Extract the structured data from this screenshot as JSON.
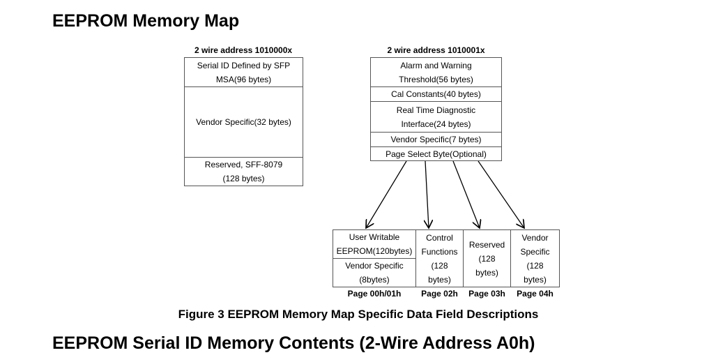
{
  "heading": "EEPROM Memory Map",
  "diagram": {
    "left": {
      "title": "2 wire address 1010000x",
      "rows": [
        "Serial ID Defined by SFP\nMSA(96 bytes)",
        "Vendor Specific(32 bytes)",
        "Reserved, SFF-8079\n(128 bytes)"
      ]
    },
    "right": {
      "title": "2 wire address 1010001x",
      "rows": [
        "Alarm and Warning\nThreshold(56 bytes)",
        "Cal Constants(40 bytes)",
        "Real Time Diagnostic\nInterface(24 bytes)",
        "Vendor Specific(7 bytes)",
        "Page Select Byte(Optional)"
      ]
    },
    "pages": {
      "cells": [
        "User Writable\nEEPROM(120bytes)",
        "Vendor Specific\n(8bytes)",
        "Control\nFunctions\n(128\nbytes)",
        "Reserved\n(128\nbytes)",
        "Vendor\nSpecific\n(128\nbytes)"
      ],
      "labels": [
        "Page 00h/01h",
        "Page 02h",
        "Page 03h",
        "Page 04h"
      ]
    }
  },
  "caption": "Figure 3 EEPROM Memory Map Specific Data Field Descriptions",
  "subheading": "EEPROM Serial ID Memory Contents (2-Wire Address A0h)"
}
